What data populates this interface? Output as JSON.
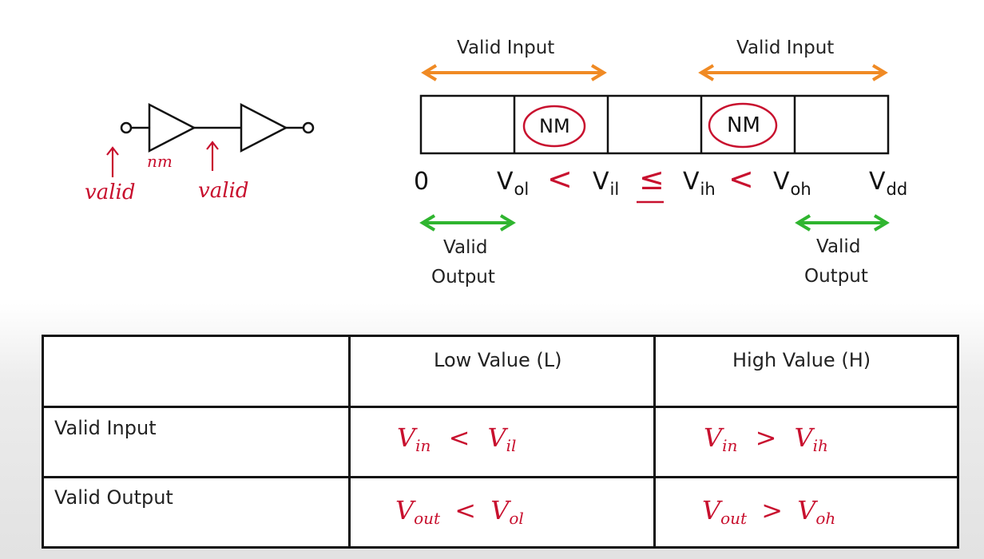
{
  "gate_diagram": {
    "labels": [
      "valid",
      "nm",
      "valid"
    ]
  },
  "number_line": {
    "range_labels": {
      "valid_input_left": "Valid Input",
      "valid_input_right": "Valid Input",
      "valid_output_left_line1": "Valid",
      "valid_output_left_line2": "Output",
      "valid_output_right_line1": "Valid",
      "valid_output_right_line2": "Output"
    },
    "boxes": [
      "",
      "NM",
      "",
      "NM",
      ""
    ],
    "points": [
      {
        "main": "0",
        "sub": ""
      },
      {
        "main": "V",
        "sub": "ol"
      },
      {
        "main": "V",
        "sub": "il"
      },
      {
        "main": "V",
        "sub": "ih"
      },
      {
        "main": "V",
        "sub": "oh"
      },
      {
        "main": "V",
        "sub": "dd"
      }
    ],
    "relations": [
      "<",
      "≤",
      "<"
    ]
  },
  "table": {
    "headers": [
      "",
      "Low Value (L)",
      "High Value (H)"
    ],
    "rows": [
      {
        "label": "Valid Input",
        "low": {
          "lhs": "V",
          "lhs_sub": "in",
          "op": "<",
          "rhs": "V",
          "rhs_sub": "il"
        },
        "high": {
          "lhs": "V",
          "lhs_sub": "in",
          "op": ">",
          "rhs": "V",
          "rhs_sub": "ih"
        }
      },
      {
        "label": "Valid Output",
        "low": {
          "lhs": "V",
          "lhs_sub": "out",
          "op": "<",
          "rhs": "V",
          "rhs_sub": "ol"
        },
        "high": {
          "lhs": "V",
          "lhs_sub": "out",
          "op": ">",
          "rhs": "V",
          "rhs_sub": "oh"
        }
      }
    ]
  },
  "colors": {
    "input_arrow": "#f08a24",
    "output_arrow": "#2fb52f",
    "annotation": "#c8102e",
    "ink": "#111111"
  }
}
